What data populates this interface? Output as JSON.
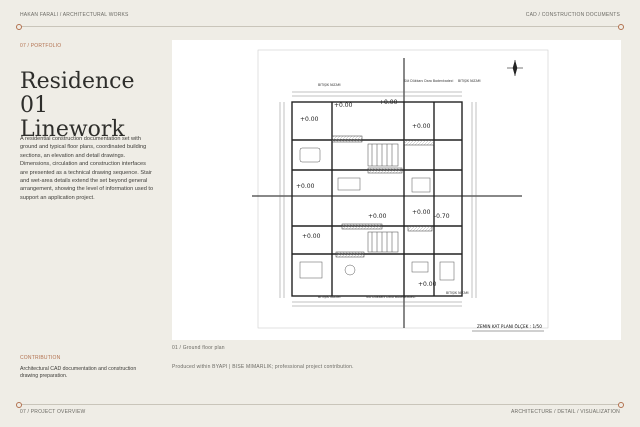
{
  "header": {
    "left": "HAKAN FARALI  /  ARCHITECTURAL WORKS",
    "right": "CAD / CONSTRUCTION DOCUMENTS"
  },
  "portfolio_label": "07 / PORTFOLIO",
  "title_line1": "Residence 01",
  "title_line2": "Linework",
  "description": "A residential construction documentation set with ground and typical floor plans, coordinated building sections, an elevation and detail drawings. Dimensions, circulation and construction interfaces are presented as a technical drawing sequence. Stair and wet-area details extend the set beyond general arrangement, showing the level of information used to support an application project.",
  "contribution": {
    "label": "CONTRIBUTION",
    "text": "Architectural CAD documentation and construction drawing preparation."
  },
  "figure": {
    "caption": "01 / Ground floor plan",
    "credit": "Produced within BYAPI | BISE MIMARLIK; professional project contribution.",
    "plan_title": "ZEMIN KAT PLANI ÖLÇEK : 1/50",
    "levels": [
      "+0.00",
      "+0.00",
      "+0.00",
      "+0.00",
      "+0.00",
      "+0.00",
      "+0.00",
      "+0.00",
      "-0.70",
      "+0.00"
    ],
    "road_labels": [
      "BITIŞIK NIZAM",
      "BITIŞIK NIZAM",
      "BITIŞIK NIZAM",
      "BITIŞIK NIZAM"
    ],
    "street_top": "Süt Dükkanı Daro Bodenkadeci",
    "street_bottom": "Süt Dükkanı Daro Bodenkadeci"
  },
  "footer": {
    "left": "07 / PROJECT OVERVIEW",
    "right": "ARCHITECTURE  /  DETAIL  /  VISUALIZATION"
  }
}
